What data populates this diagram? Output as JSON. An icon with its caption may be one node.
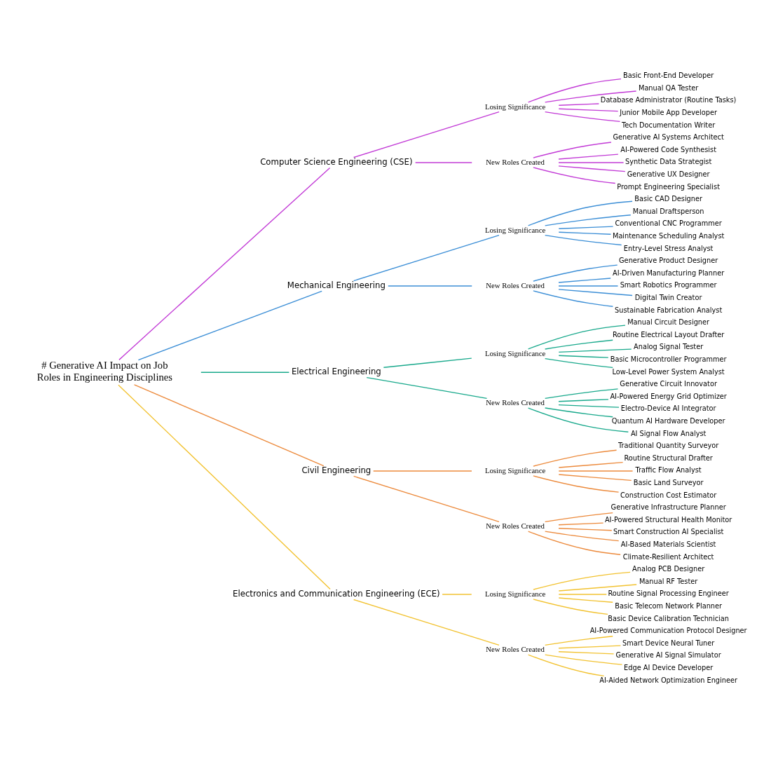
{
  "diagram": {
    "nodes": [
      {
        "text": [
          "# Generative AI Impact on Job Roles in Engineering Disciplines"
        ]
      },
      {
        "text": [
          "Computer Science Engineering (CSE)"
        ]
      },
      {
        "text": [
          "Losing Significance"
        ]
      },
      {
        "text": [
          "Basic Front-End Developer"
        ]
      },
      {
        "text": [
          "Manual QA Tester"
        ]
      },
      {
        "text": [
          "Database Administrator (Routine Tasks)"
        ]
      },
      {
        "text": [
          "Junior Mobile App Developer"
        ]
      },
      {
        "text": [
          "Tech Documentation Writer"
        ]
      },
      {
        "text": [
          "New Roles Created"
        ]
      },
      {
        "text": [
          "Generative AI Systems Architect"
        ]
      },
      {
        "text": [
          "AI-Powered Code Synthesist"
        ]
      },
      {
        "text": [
          "Synthetic Data Strategist"
        ]
      },
      {
        "text": [
          "Generative UX Designer"
        ]
      },
      {
        "text": [
          "Prompt Engineering Specialist"
        ]
      },
      {
        "text": [
          "Mechanical Engineering"
        ]
      },
      {
        "text": [
          "Losing Significance"
        ]
      },
      {
        "text": [
          "Basic CAD Designer"
        ]
      },
      {
        "text": [
          "Manual Draftsperson"
        ]
      },
      {
        "text": [
          "Conventional CNC Programmer"
        ]
      },
      {
        "text": [
          "Maintenance Scheduling Analyst"
        ]
      },
      {
        "text": [
          "Entry-Level Stress Analyst"
        ]
      },
      {
        "text": [
          "New Roles Created"
        ]
      },
      {
        "text": [
          "Generative Product Designer"
        ]
      },
      {
        "text": [
          "AI-Driven Manufacturing Planner"
        ]
      },
      {
        "text": [
          "Smart Robotics Programmer"
        ]
      },
      {
        "text": [
          "Digital Twin Creator"
        ]
      },
      {
        "text": [
          "Sustainable Fabrication Analyst"
        ]
      },
      {
        "text": [
          "Electrical Engineering"
        ]
      },
      {
        "text": [
          "Losing Significance"
        ]
      },
      {
        "text": [
          "Manual Circuit Designer"
        ]
      },
      {
        "text": [
          "Routine Electrical Layout Drafter"
        ]
      },
      {
        "text": [
          "Analog Signal Tester"
        ]
      },
      {
        "text": [
          "Basic Microcontroller Programmer"
        ]
      },
      {
        "text": [
          "Low-Level Power System Analyst"
        ]
      },
      {
        "text": [
          "New Roles Created"
        ]
      },
      {
        "text": [
          "Generative Circuit Innovator"
        ]
      },
      {
        "text": [
          "AI-Powered Energy Grid Optimizer"
        ]
      },
      {
        "text": [
          "Electro-Device AI Integrator"
        ]
      },
      {
        "text": [
          "Quantum AI Hardware Developer"
        ]
      },
      {
        "text": [
          "AI Signal Flow Analyst"
        ]
      },
      {
        "text": [
          "Civil Engineering"
        ]
      },
      {
        "text": [
          "Losing Significance"
        ]
      },
      {
        "text": [
          "Traditional Quantity Surveyor"
        ]
      },
      {
        "text": [
          "Routine Structural Drafter"
        ]
      },
      {
        "text": [
          "Traffic Flow Analyst"
        ]
      },
      {
        "text": [
          "Basic Land Surveyor"
        ]
      },
      {
        "text": [
          "Construction Cost Estimator"
        ]
      },
      {
        "text": [
          "New Roles Created"
        ]
      },
      {
        "text": [
          "Generative Infrastructure Planner"
        ]
      },
      {
        "text": [
          "AI-Powered Structural Health Monitor"
        ]
      },
      {
        "text": [
          "Smart Construction AI Specialist"
        ]
      },
      {
        "text": [
          "AI-Based Materials Scientist"
        ]
      },
      {
        "text": [
          "Climate-Resilient Architect"
        ]
      },
      {
        "text": [
          "Electronics and Communication Engineering (ECE)"
        ]
      },
      {
        "text": [
          "Losing Significance"
        ]
      },
      {
        "text": [
          "Analog PCB Designer"
        ]
      },
      {
        "text": [
          "Manual RF Tester"
        ]
      },
      {
        "text": [
          "Routine Signal Processing Engineer"
        ]
      },
      {
        "text": [
          "Basic Telecom Network Planner"
        ]
      },
      {
        "text": [
          "Basic Device Calibration Technician"
        ]
      },
      {
        "text": [
          "New Roles Created"
        ]
      },
      {
        "text": [
          "AI-Powered Communication Protocol Designer"
        ]
      },
      {
        "text": [
          "Smart Device Neural Tuner"
        ]
      },
      {
        "text": [
          "Generative AI Signal Simulator"
        ]
      },
      {
        "text": [
          "Edge AI Device Developer"
        ]
      },
      {
        "text": [
          "AI-Aided Network Optimization Engineer"
        ]
      }
    ],
    "edges": [
      {
        "from": 0,
        "to": 1,
        "arrow": "none",
        "color": "#c23ad6"
      },
      {
        "from": 1,
        "to": 2,
        "arrow": "none",
        "color": "#c23ad6"
      },
      {
        "from": 2,
        "to": 3,
        "arrow": "none",
        "color": "#c23ad6"
      },
      {
        "from": 2,
        "to": 4,
        "arrow": "none",
        "color": "#c23ad6"
      },
      {
        "from": 2,
        "to": 5,
        "arrow": "none",
        "color": "#c23ad6"
      },
      {
        "from": 2,
        "to": 6,
        "arrow": "none",
        "color": "#c23ad6"
      },
      {
        "from": 2,
        "to": 7,
        "arrow": "none",
        "color": "#c23ad6"
      },
      {
        "from": 1,
        "to": 8,
        "arrow": "none",
        "color": "#c23ad6"
      },
      {
        "from": 8,
        "to": 9,
        "arrow": "none",
        "color": "#c23ad6"
      },
      {
        "from": 8,
        "to": 10,
        "arrow": "none",
        "color": "#c23ad6"
      },
      {
        "from": 8,
        "to": 11,
        "arrow": "none",
        "color": "#c23ad6"
      },
      {
        "from": 8,
        "to": 12,
        "arrow": "none",
        "color": "#c23ad6"
      },
      {
        "from": 8,
        "to": 13,
        "arrow": "none",
        "color": "#c23ad6"
      },
      {
        "from": 0,
        "to": 14,
        "arrow": "none",
        "color": "#3b8ed6"
      },
      {
        "from": 14,
        "to": 15,
        "arrow": "none",
        "color": "#3b8ed6"
      },
      {
        "from": 15,
        "to": 16,
        "arrow": "none",
        "color": "#3b8ed6"
      },
      {
        "from": 15,
        "to": 17,
        "arrow": "none",
        "color": "#3b8ed6"
      },
      {
        "from": 15,
        "to": 18,
        "arrow": "none",
        "color": "#3b8ed6"
      },
      {
        "from": 15,
        "to": 19,
        "arrow": "none",
        "color": "#3b8ed6"
      },
      {
        "from": 15,
        "to": 20,
        "arrow": "none",
        "color": "#3b8ed6"
      },
      {
        "from": 14,
        "to": 21,
        "arrow": "none",
        "color": "#3b8ed6"
      },
      {
        "from": 21,
        "to": 22,
        "arrow": "none",
        "color": "#3b8ed6"
      },
      {
        "from": 21,
        "to": 23,
        "arrow": "none",
        "color": "#3b8ed6"
      },
      {
        "from": 21,
        "to": 24,
        "arrow": "none",
        "color": "#3b8ed6"
      },
      {
        "from": 21,
        "to": 25,
        "arrow": "none",
        "color": "#3b8ed6"
      },
      {
        "from": 21,
        "to": 26,
        "arrow": "none",
        "color": "#3b8ed6"
      },
      {
        "from": 0,
        "to": 27,
        "arrow": "none",
        "color": "#19a98c"
      },
      {
        "from": 27,
        "to": 28,
        "arrow": "none",
        "color": "#19a98c"
      },
      {
        "from": 28,
        "to": 29,
        "arrow": "none",
        "color": "#19a98c"
      },
      {
        "from": 28,
        "to": 30,
        "arrow": "none",
        "color": "#19a98c"
      },
      {
        "from": 28,
        "to": 31,
        "arrow": "none",
        "color": "#19a98c"
      },
      {
        "from": 28,
        "to": 32,
        "arrow": "none",
        "color": "#19a98c"
      },
      {
        "from": 28,
        "to": 33,
        "arrow": "none",
        "color": "#19a98c"
      },
      {
        "from": 27,
        "to": 34,
        "arrow": "none",
        "color": "#19a98c"
      },
      {
        "from": 34,
        "to": 35,
        "arrow": "none",
        "color": "#19a98c"
      },
      {
        "from": 34,
        "to": 36,
        "arrow": "none",
        "color": "#19a98c"
      },
      {
        "from": 34,
        "to": 37,
        "arrow": "none",
        "color": "#19a98c"
      },
      {
        "from": 34,
        "to": 38,
        "arrow": "none",
        "color": "#19a98c"
      },
      {
        "from": 34,
        "to": 39,
        "arrow": "none",
        "color": "#19a98c"
      },
      {
        "from": 0,
        "to": 40,
        "arrow": "none",
        "color": "#ec8a3c"
      },
      {
        "from": 40,
        "to": 41,
        "arrow": "none",
        "color": "#ec8a3c"
      },
      {
        "from": 41,
        "to": 42,
        "arrow": "none",
        "color": "#ec8a3c"
      },
      {
        "from": 41,
        "to": 43,
        "arrow": "none",
        "color": "#ec8a3c"
      },
      {
        "from": 41,
        "to": 44,
        "arrow": "none",
        "color": "#ec8a3c"
      },
      {
        "from": 41,
        "to": 45,
        "arrow": "none",
        "color": "#ec8a3c"
      },
      {
        "from": 41,
        "to": 46,
        "arrow": "none",
        "color": "#ec8a3c"
      },
      {
        "from": 40,
        "to": 47,
        "arrow": "none",
        "color": "#ec8a3c"
      },
      {
        "from": 47,
        "to": 48,
        "arrow": "none",
        "color": "#ec8a3c"
      },
      {
        "from": 47,
        "to": 49,
        "arrow": "none",
        "color": "#ec8a3c"
      },
      {
        "from": 47,
        "to": 50,
        "arrow": "none",
        "color": "#ec8a3c"
      },
      {
        "from": 47,
        "to": 51,
        "arrow": "none",
        "color": "#ec8a3c"
      },
      {
        "from": 47,
        "to": 52,
        "arrow": "none",
        "color": "#ec8a3c"
      },
      {
        "from": 0,
        "to": 53,
        "arrow": "none",
        "color": "#f2c230"
      },
      {
        "from": 53,
        "to": 54,
        "arrow": "none",
        "color": "#f2c230"
      },
      {
        "from": 54,
        "to": 55,
        "arrow": "none",
        "color": "#f2c230"
      },
      {
        "from": 54,
        "to": 56,
        "arrow": "none",
        "color": "#f2c230"
      },
      {
        "from": 54,
        "to": 57,
        "arrow": "none",
        "color": "#f2c230"
      },
      {
        "from": 54,
        "to": 58,
        "arrow": "none",
        "color": "#f2c230"
      },
      {
        "from": 54,
        "to": 59,
        "arrow": "none",
        "color": "#f2c230"
      },
      {
        "from": 53,
        "to": 60,
        "arrow": "none",
        "color": "#f2c230"
      },
      {
        "from": 60,
        "to": 61,
        "arrow": "none",
        "color": "#f2c230"
      },
      {
        "from": 60,
        "to": 62,
        "arrow": "none",
        "color": "#f2c230"
      },
      {
        "from": 60,
        "to": 63,
        "arrow": "none",
        "color": "#f2c230"
      },
      {
        "from": 60,
        "to": 64,
        "arrow": "none",
        "color": "#f2c230"
      },
      {
        "from": 60,
        "to": 65,
        "arrow": "none",
        "color": "#f2c230"
      }
    ]
  }
}
